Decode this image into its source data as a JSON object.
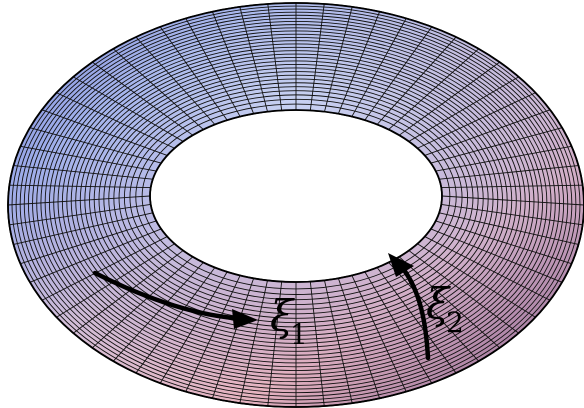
{
  "labels": {
    "xi1": {
      "symbol": "ξ",
      "subscript": "1"
    },
    "xi2": {
      "symbol": "ξ",
      "subscript": "2"
    }
  },
  "mesh": {
    "major_lines": 64,
    "minor_lines": 30
  },
  "colors": {
    "background": "#ffffff",
    "mesh_line": "#111111",
    "arrow": "#000000",
    "shade_blue": "#8fa3e6",
    "shade_pink": "#e9b3c6",
    "shade_light": "#dbe7f5",
    "shade_dark": "#4b3f86"
  }
}
